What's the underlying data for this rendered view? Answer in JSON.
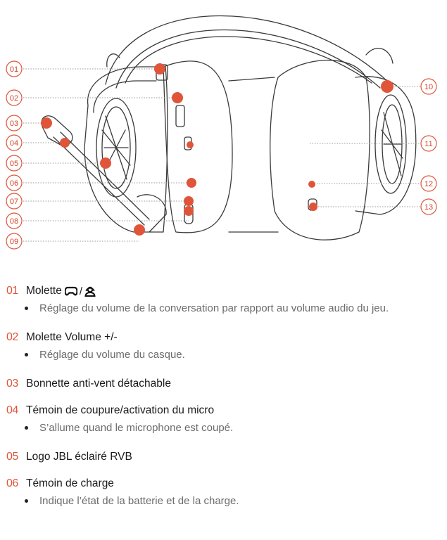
{
  "callouts": [
    "01",
    "02",
    "03",
    "04",
    "05",
    "06",
    "07",
    "08",
    "09",
    "10",
    "11",
    "12",
    "13"
  ],
  "colors": {
    "accent": "#e0553a",
    "line": "#3a3a3a"
  },
  "legend": [
    {
      "num": "01",
      "title": "Molette",
      "icons": [
        "gamepad-icon",
        "headset-person-icon"
      ],
      "separator": "/",
      "bullet": "Réglage du volume de la conversation par rapport au volume audio du jeu."
    },
    {
      "num": "02",
      "title": "Molette Volume +/-",
      "bullet": "Réglage du volume du casque."
    },
    {
      "num": "03",
      "title": "Bonnette anti-vent détachable"
    },
    {
      "num": "04",
      "title": "Témoin de coupure/activation du micro",
      "bullet": "S’allume quand le microphone est coupé."
    },
    {
      "num": "05",
      "title": "Logo JBL éclairé RVB"
    },
    {
      "num": "06",
      "title": "Témoin de charge",
      "bullet": "Indique l’état de la batterie et de la charge."
    }
  ]
}
